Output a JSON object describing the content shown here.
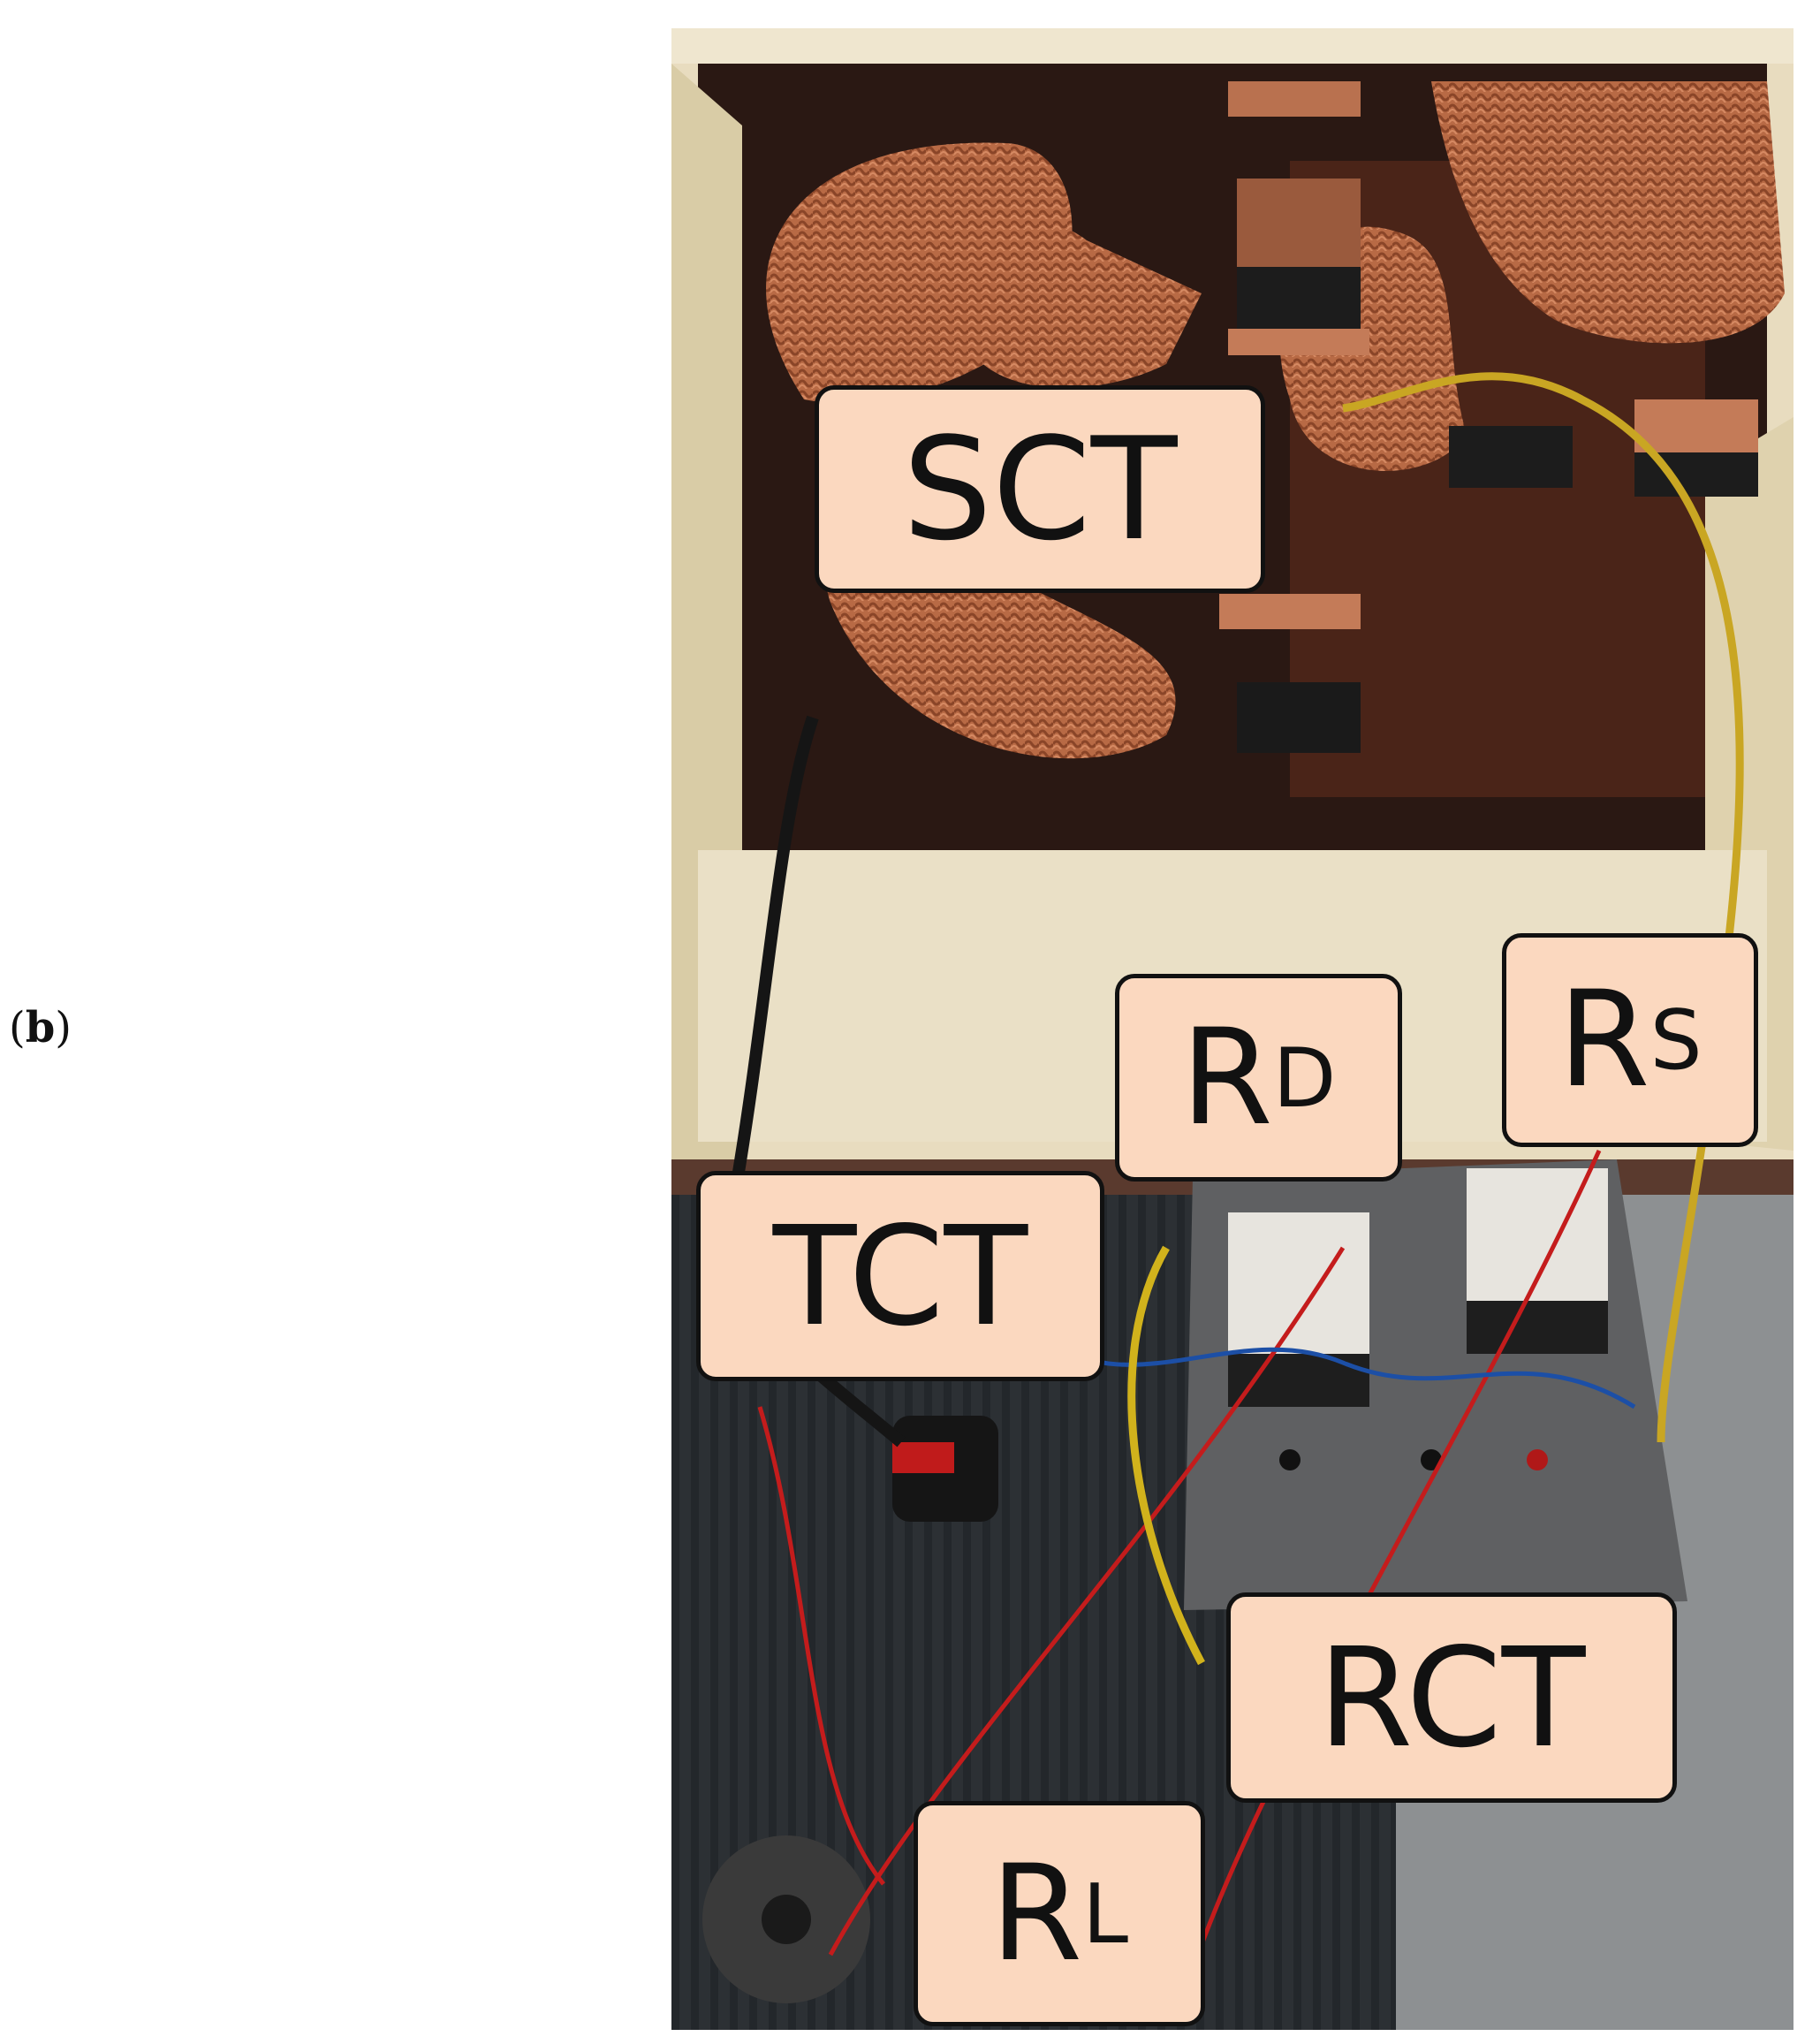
{
  "panel": {
    "open": "(",
    "letter": "b",
    "close": ")"
  },
  "labels": {
    "sct": {
      "text": "SCT"
    },
    "tct": {
      "text": "TCT"
    },
    "rct": {
      "text": "RCT"
    },
    "rd": {
      "main": "R",
      "sub": "D"
    },
    "rs": {
      "main": "R",
      "sub": "S"
    },
    "rl": {
      "main": "R",
      "sub": "L"
    }
  },
  "colors": {
    "label_fill": "#fbd8bf",
    "label_border": "#111111",
    "copper": "#b86a45",
    "wall": "#e6dcc0",
    "cabinet_dark": "#2b1a14",
    "mat": "#2e3236",
    "floor": "#8f9294"
  }
}
